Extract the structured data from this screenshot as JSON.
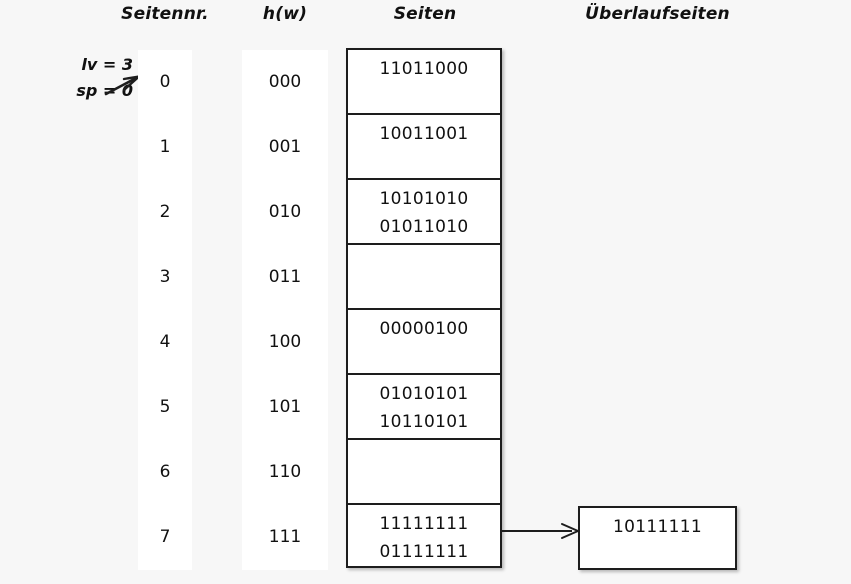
{
  "headers": {
    "seitennr": "Seitennr.",
    "hw": "h(w)",
    "seiten": "Seiten",
    "ueberlaufseiten": "Überlaufseiten"
  },
  "annotation": {
    "lv": "lv = 3",
    "sp": "sp = 0",
    "arrow_icon": "arrow-up-right-icon"
  },
  "rows": [
    {
      "seitennr": "0",
      "hw": "000",
      "page_lines": [
        "11011000"
      ]
    },
    {
      "seitennr": "1",
      "hw": "001",
      "page_lines": [
        "10011001"
      ]
    },
    {
      "seitennr": "2",
      "hw": "010",
      "page_lines": [
        "10101010",
        "01011010"
      ]
    },
    {
      "seitennr": "3",
      "hw": "011",
      "page_lines": []
    },
    {
      "seitennr": "4",
      "hw": "100",
      "page_lines": [
        "00000100"
      ]
    },
    {
      "seitennr": "5",
      "hw": "101",
      "page_lines": [
        "01010101",
        "10110101"
      ]
    },
    {
      "seitennr": "6",
      "hw": "110",
      "page_lines": []
    },
    {
      "seitennr": "7",
      "hw": "111",
      "page_lines": [
        "11111111",
        "01111111"
      ]
    }
  ],
  "overflow": {
    "lines": [
      "10111111"
    ],
    "connector_icon": "arrow-right-icon",
    "from_row": "7"
  },
  "colors": {
    "background": "#f7f7f7",
    "cell_background": "#ffffff",
    "border": "#1d1d1d",
    "text": "#111111"
  }
}
